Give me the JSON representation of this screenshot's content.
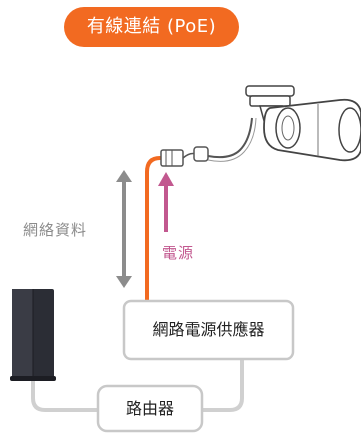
{
  "title": "有線連結 (PoE)",
  "labels": {
    "network_data": "網絡資料",
    "power": "電源"
  },
  "devices": {
    "poe_injector": "網路電源供應器",
    "router": "路由器"
  },
  "colors": {
    "title_background": "#f26a21",
    "title_text": "#ffffff",
    "poe_cable": "#f26a21",
    "power_arrow": "#c2588f",
    "data_arrow": "#8c8c8c",
    "ethernet_cable": "#d0d0d0",
    "device_border": "#c8c8c8",
    "router_body": "#2b2d35"
  },
  "icons": {
    "camera": "bullet-camera-icon",
    "router": "tower-router-icon",
    "connector": "ethernet-connector-icon"
  }
}
